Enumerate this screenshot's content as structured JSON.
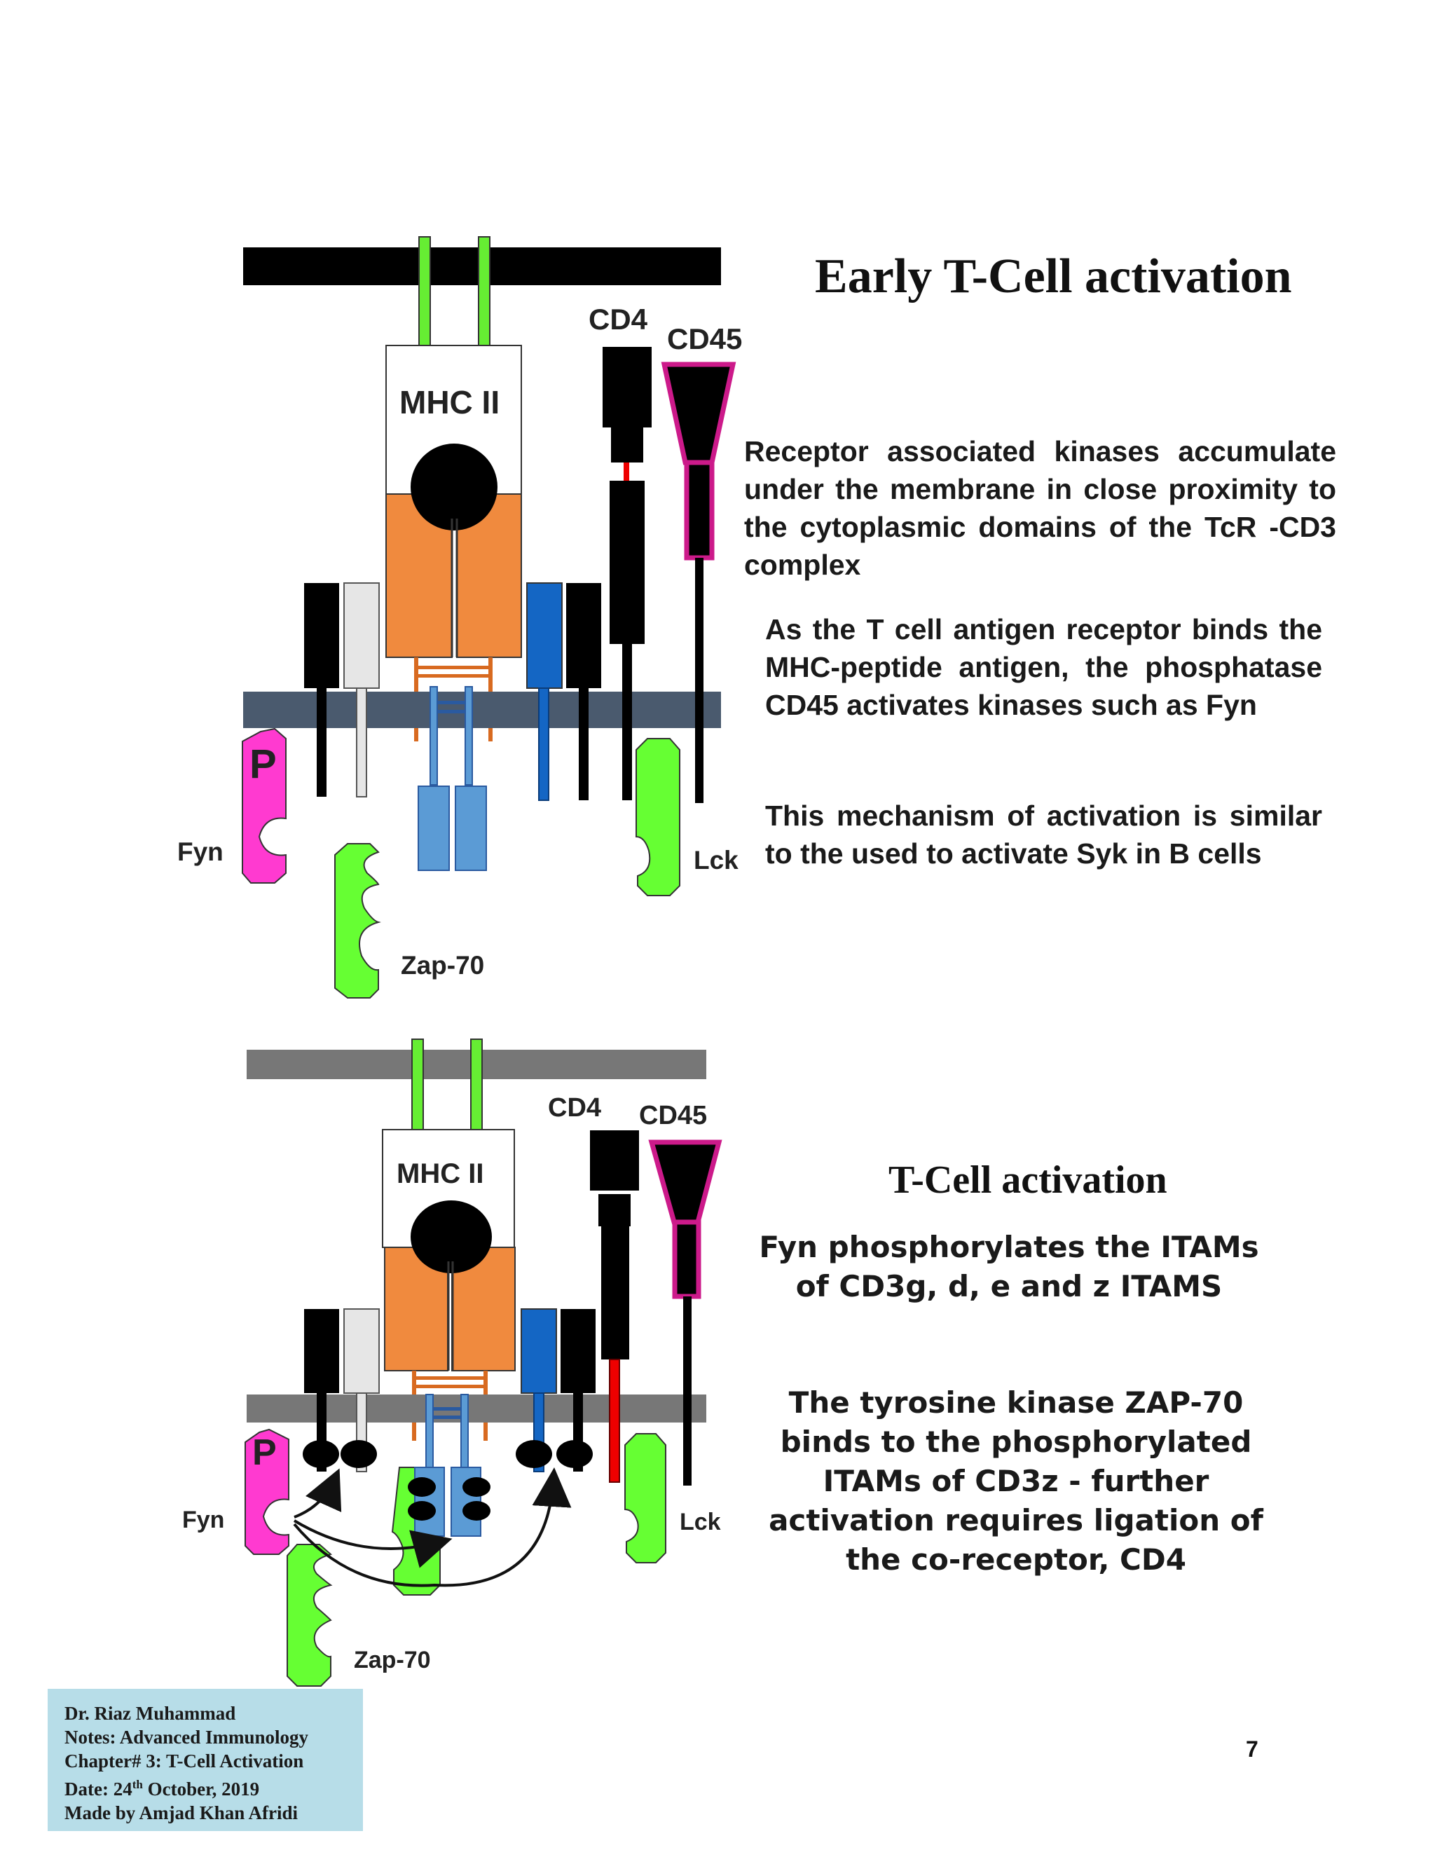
{
  "panel1": {
    "title": "Early T-Cell activation",
    "labels": {
      "mhc": "MHC II",
      "cd4": "CD4",
      "cd45": "CD45",
      "p": "P",
      "fyn": "Fyn",
      "lck": "Lck",
      "zap70": "Zap-70"
    },
    "paragraph1": "Receptor associated kinases accumulate under the membrane in close proximity to the cytoplasmic domains of the TcR -CD3 complex",
    "paragraph2": "As the T cell antigen receptor binds the MHC-peptide antigen, the phosphatase CD45 activates kinases such as Fyn",
    "paragraph3": "This mechanism of activation is similar to the used to activate Syk in B cells"
  },
  "panel2": {
    "title": "T-Cell activation",
    "labels": {
      "mhc": "MHC II",
      "cd4": "CD4",
      "cd45": "CD45",
      "p": "P",
      "fyn": "Fyn",
      "lck": "Lck",
      "zap70": "Zap-70"
    },
    "text1_lines": [
      "Fyn phosphorylates the ITAMs",
      "of CD3g, d, e and z ITAMS"
    ],
    "text2_lines": [
      "The tyrosine kinase ZAP-70",
      "binds to the phosphorylated",
      "ITAMs of CD3z - further",
      "activation requires ligation of",
      "the co-receptor, CD4"
    ]
  },
  "footer": {
    "line1": "Dr. Riaz Muhammad",
    "line2": "Notes: Advanced Immunology",
    "line3": "Chapter# 3: T-Cell Activation",
    "line4_prefix": "Date: 24",
    "line4_sup": "th",
    "line4_suffix": " October, 2019",
    "line5": "Made by Amjad Khan Afridi"
  },
  "page_number": "7",
  "colors": {
    "membrane_top": "#4a5a6e",
    "membrane_bottom": "#777777",
    "mhc_stalk": "#66ee33",
    "tcr_orange": "#f08a3e",
    "cd3_blue": "#1466c4",
    "zeta_blue": "#5b9bd5",
    "cd45_magenta": "#cc1a8a",
    "fyn_pink": "#ff3ad0",
    "kinase_green": "#66ff33",
    "footer_bg": "#b7dde8"
  }
}
